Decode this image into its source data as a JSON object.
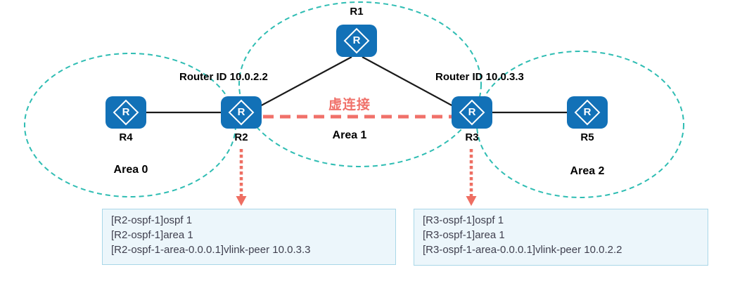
{
  "colors": {
    "area-teal": "#2fbdb3",
    "router-blue": "#1271b7",
    "link-black": "#1a1a1a",
    "vlink-red": "#f0716a",
    "arrow-red": "#ee6e62",
    "box-bg": "#ecf6fb",
    "box-border": "#a9d7e8",
    "config-text": "#3f3f4e"
  },
  "diagram": {
    "routers": {
      "r1": {
        "label": "R1",
        "glyph": "R"
      },
      "r2": {
        "label": "R2",
        "glyph": "R"
      },
      "r3": {
        "label": "R3",
        "glyph": "R"
      },
      "r4": {
        "label": "R4",
        "glyph": "R"
      },
      "r5": {
        "label": "R5",
        "glyph": "R"
      }
    },
    "areas": {
      "area0": {
        "label": "Area 0"
      },
      "area1": {
        "label": "Area 1"
      },
      "area2": {
        "label": "Area 2"
      }
    },
    "annotations": {
      "router_id_r2": "Router ID 10.0.2.2",
      "router_id_r3": "Router ID 10.0.3.3",
      "virtual_link": "虚连接"
    }
  },
  "config_boxes": {
    "r2": {
      "lines": [
        "[R2-ospf-1]ospf 1",
        "[R2-ospf-1]area 1",
        "[R2-ospf-1-area-0.0.0.1]vlink-peer 10.0.3.3"
      ]
    },
    "r3": {
      "lines": [
        "[R3-ospf-1]ospf 1",
        "[R3-ospf-1]area 1",
        "[R3-ospf-1-area-0.0.0.1]vlink-peer 10.0.2.2"
      ]
    }
  }
}
